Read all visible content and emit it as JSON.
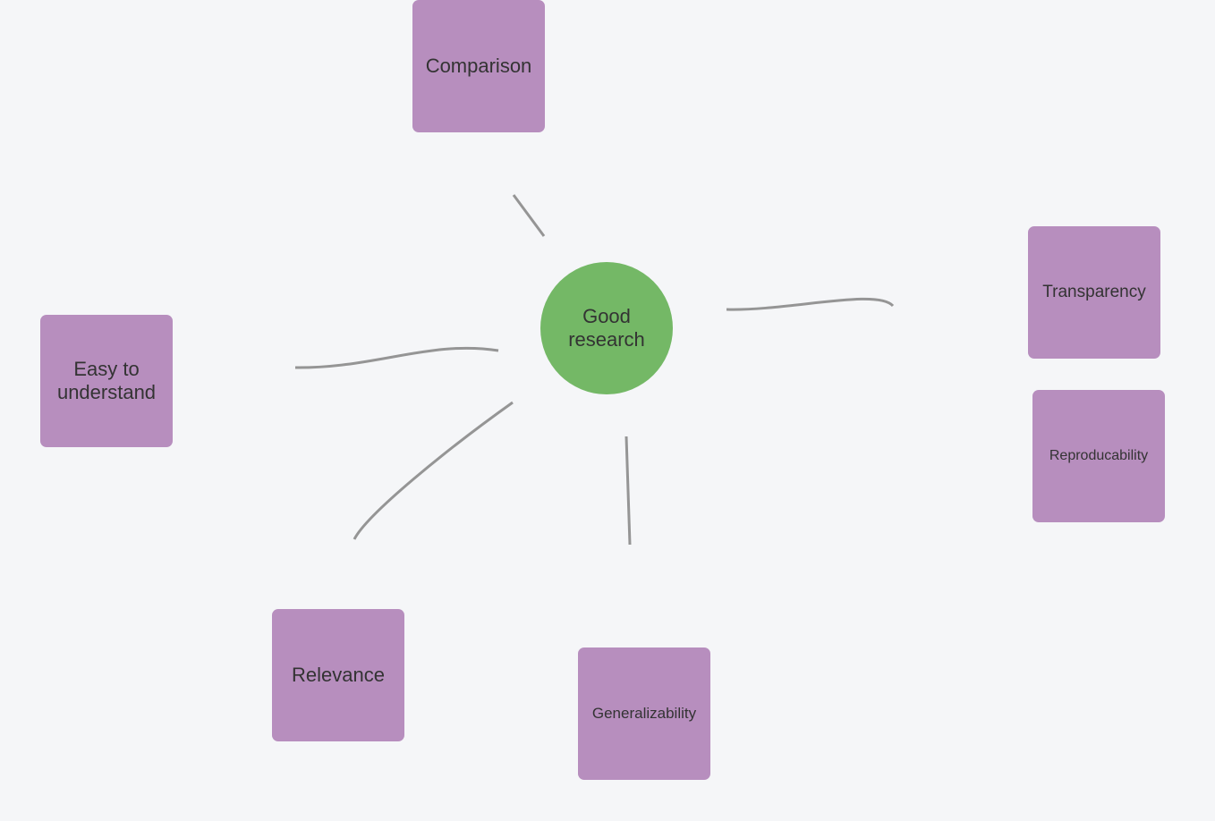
{
  "center": {
    "label": "Good research",
    "color": "#74b866"
  },
  "nodes": [
    {
      "id": "comparison",
      "label": "Comparison"
    },
    {
      "id": "easy",
      "label": "Easy to understand"
    },
    {
      "id": "relevance",
      "label": "Relevance"
    },
    {
      "id": "generalizability",
      "label": "Generalizability"
    },
    {
      "id": "transparency",
      "label": "Transparency"
    },
    {
      "id": "reproducability",
      "label": "Reproducability"
    }
  ],
  "colors": {
    "background": "#f5f6f8",
    "sticky": "#b78ebe",
    "connector": "#959595",
    "text": "#333333"
  }
}
